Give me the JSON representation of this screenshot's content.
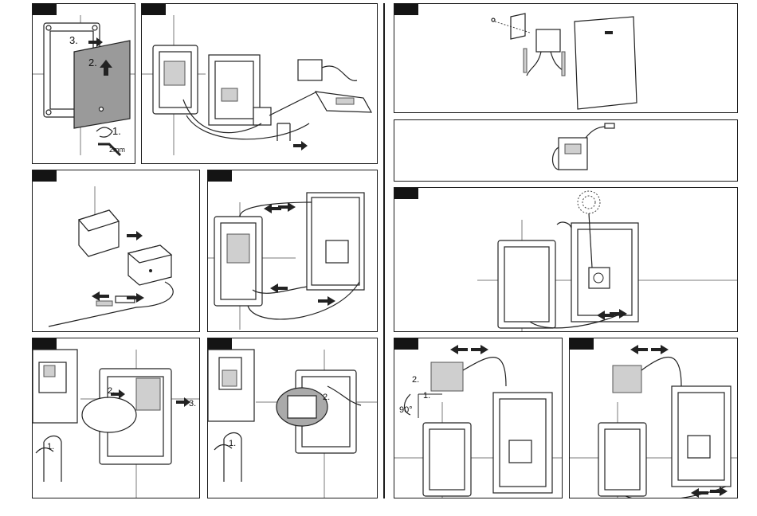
{
  "panels": [
    {
      "id": "p1",
      "step_labels": [
        "3.",
        "2.",
        "1."
      ],
      "tool_label": "2mm"
    },
    {
      "id": "p2"
    },
    {
      "id": "p3"
    },
    {
      "id": "p4"
    },
    {
      "id": "p5",
      "step_labels": [
        "1.",
        "2.",
        "3."
      ]
    },
    {
      "id": "p6",
      "step_labels": [
        "1.",
        "2."
      ]
    },
    {
      "id": "p7"
    },
    {
      "id": "p8"
    },
    {
      "id": "p9"
    },
    {
      "id": "p10",
      "step_labels": [
        "2.",
        "1."
      ],
      "angle_label": "90°"
    },
    {
      "id": "p11"
    }
  ],
  "icons": {
    "arrow": "double-arrow-icon",
    "rotate": "rotate-arrow-icon",
    "tool": "hex-key-icon"
  }
}
